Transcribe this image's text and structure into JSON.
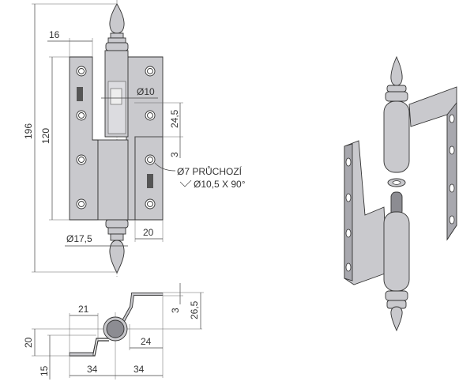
{
  "front_view": {
    "dim_total_height": "196",
    "dim_leaf_height": "120",
    "dim_leaf_width_top": "16",
    "dim_pin_diameter": "Ø10",
    "dim_gap": "24,5",
    "dim_offset": "3",
    "hole_note_1": "Ø7 PRŮCHOZÍ",
    "hole_note_2": "Ø10,5 X 90°",
    "dim_leaf_width": "20",
    "dim_barrel_diameter": "Ø17,5"
  },
  "top_view": {
    "dim_21": "21",
    "dim_34_left": "34",
    "dim_34_right": "34",
    "dim_24": "24",
    "dim_20": "20",
    "dim_15": "15",
    "dim_3": "3",
    "dim_26_5": "26,5"
  }
}
